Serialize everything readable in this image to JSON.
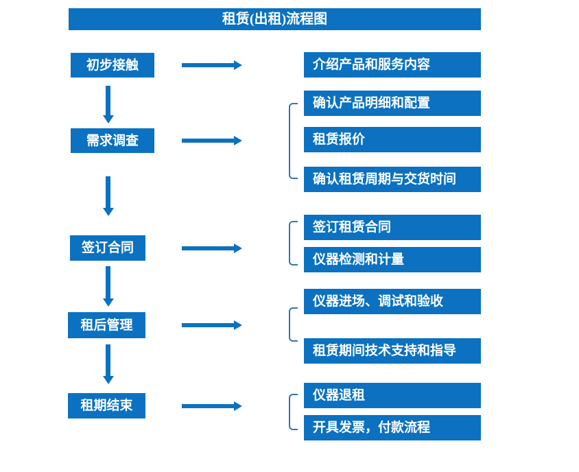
{
  "title": "租赁(出租)流程图",
  "colors": {
    "accent": "#0b71c0",
    "bracket": "#2e75b6"
  },
  "stages": [
    {
      "label": "初步接触",
      "details": [
        "介绍产品和服务内容"
      ]
    },
    {
      "label": "需求调查",
      "details": [
        "确认产品明细和配置",
        "租赁报价",
        "确认租赁周期与交货时间"
      ]
    },
    {
      "label": "签订合同",
      "details": [
        "签订租赁合同",
        "仪器检测和计量"
      ]
    },
    {
      "label": "租后管理",
      "details": [
        "仪器进场、调试和验收",
        "租赁期间技术支持和指导"
      ]
    },
    {
      "label": "租期结束",
      "details": [
        "仪器退租",
        "开具发票，付款流程"
      ]
    }
  ]
}
